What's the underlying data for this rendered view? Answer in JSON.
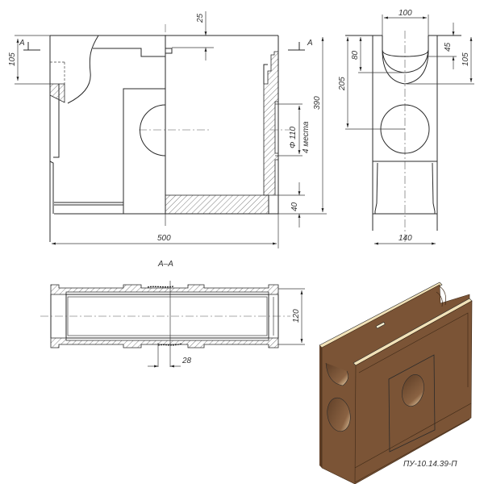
{
  "drawing": {
    "title": "ПУ-10.14.39-П",
    "section_label": "A–A",
    "section_marker_left": "A",
    "section_marker_right": "A"
  },
  "front_view": {
    "dimensions": {
      "width": "500",
      "height": "390",
      "top_offset": "25",
      "side_depth": "105",
      "bottom_thickness": "40",
      "hole_diameter": "Φ 110",
      "hole_count": "4 места"
    }
  },
  "side_view": {
    "dimensions": {
      "slot_width": "100",
      "slot_depth_inner": "80",
      "slot_depth_a": "45",
      "slot_depth_b": "105",
      "hole_center_height": "205",
      "width": "140"
    }
  },
  "section_view": {
    "dimensions": {
      "inner_width": "120",
      "joint_offset": "28"
    }
  },
  "colors": {
    "body": "#7b5436",
    "body_dark": "#5e3e26",
    "top_face": "#f2e2b8",
    "line": "#2a2a2a"
  }
}
